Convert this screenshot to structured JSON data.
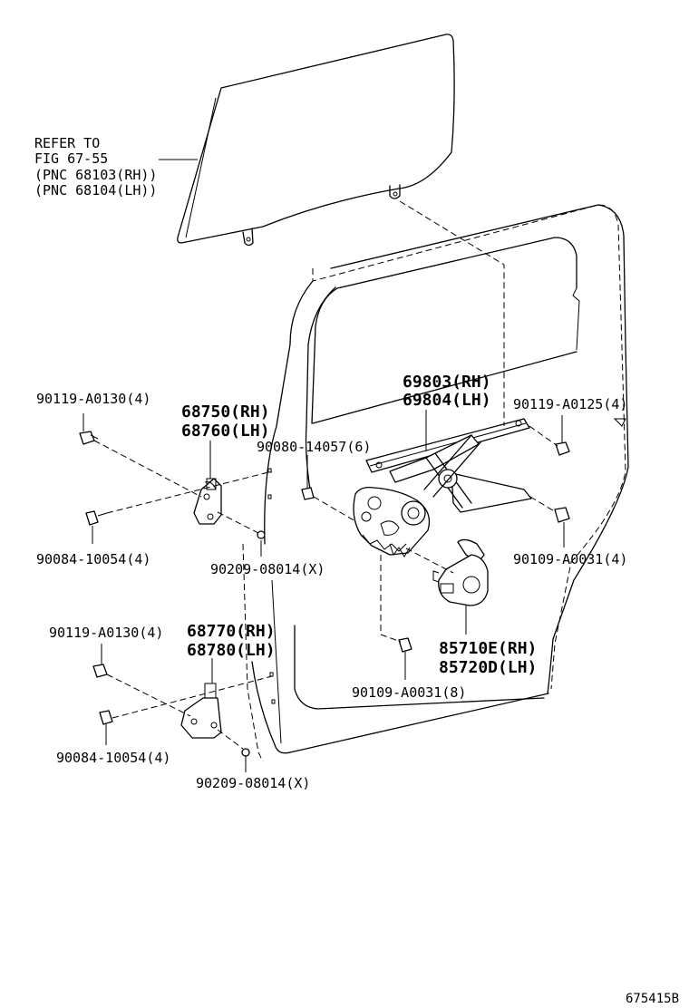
{
  "labels": {
    "refer_line1": "REFER TO",
    "refer_line2": "FIG 67-55",
    "refer_line3": "(PNC 68103(RH))",
    "refer_line4": "(PNC 68104(LH))",
    "p_90119_a0130_upper": "90119-A0130(4)",
    "p_68750": "68750(RH)",
    "p_68760": "68760(LH)",
    "p_90080_14057": "90080-14057(6)",
    "p_69803": "69803(RH)",
    "p_69804": "69804(LH)",
    "p_90119_a0125": "90119-A0125(4)",
    "p_90084_10054_upper": "90084-10054(4)",
    "p_90209_08014_upper": "90209-08014(X)",
    "p_90109_a0031_right": "90109-A0031(4)",
    "p_90119_a0130_lower": "90119-A0130(4)",
    "p_68770": "68770(RH)",
    "p_68780": "68780(LH)",
    "p_85710e": "85710E(RH)",
    "p_85720d": "85720D(LH)",
    "p_90109_a0031_lower": "90109-A0031(8)",
    "p_90084_10054_lower": "90084-10054(4)",
    "p_90209_08014_lower": "90209-08014(X)",
    "figure_code": "675415B"
  }
}
